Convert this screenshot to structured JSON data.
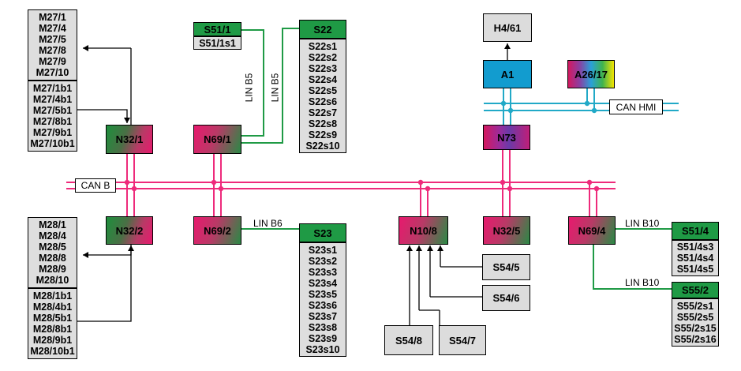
{
  "colors": {
    "can_bus": "#ee2a7b",
    "lin_bus": "#1f9a45",
    "can_hmi": "#21a9c7",
    "arrow": "#000000"
  },
  "bus_labels": {
    "can_b": "CAN B",
    "can_hmi": "CAN HMI",
    "lin_b5": "LIN B5",
    "lin_b6": "LIN B6",
    "lin_b10": "LIN B10"
  },
  "ecus": {
    "n32_1": "N32/1",
    "n69_1": "N69/1",
    "n73": "N73",
    "n32_2": "N32/2",
    "n69_2": "N69/2",
    "n10_8": "N10/8",
    "n32_5": "N32/5",
    "n69_4": "N69/4",
    "a1": "A1",
    "a26_17": "A26/17",
    "h4_61": "H4/61"
  },
  "modules": {
    "s51_1": "S51/1",
    "s51_1_sub": "S51/1s1",
    "s22": "S22",
    "s23": "S23",
    "s51_4": "S51/4",
    "s55_2": "S55/2"
  },
  "lists": {
    "m27_top": [
      "M27/1",
      "M27/4",
      "M27/5",
      "M27/8",
      "M27/9",
      "M27/10"
    ],
    "m27_bottom": [
      "M27/1b1",
      "M27/4b1",
      "M27/5b1",
      "M27/8b1",
      "M27/9b1",
      "M27/10b1"
    ],
    "m28_top": [
      "M28/1",
      "M28/4",
      "M28/5",
      "M28/8",
      "M28/9",
      "M28/10"
    ],
    "m28_bottom": [
      "M28/1b1",
      "M28/4b1",
      "M28/5b1",
      "M28/8b1",
      "M28/9b1",
      "M28/10b1"
    ],
    "s22_items": [
      "S22s1",
      "S22s2",
      "S22s3",
      "S22s4",
      "S22s5",
      "S22s6",
      "S22s7",
      "S22s8",
      "S22s9",
      "S22s10"
    ],
    "s23_items": [
      "S23s1",
      "S23s2",
      "S23s3",
      "S23s4",
      "S23s5",
      "S23s6",
      "S23s7",
      "S23s8",
      "S23s9",
      "S23s10"
    ],
    "s51_4_items": [
      "S51/4s3",
      "S51/4s4",
      "S51/4s5"
    ],
    "s55_2_items": [
      "S55/2s1",
      "S55/2s5",
      "S55/2s15",
      "S55/2s16"
    ]
  },
  "sensors": {
    "s54_5": "S54/5",
    "s54_6": "S54/6",
    "s54_8": "S54/8",
    "s54_7": "S54/7"
  }
}
